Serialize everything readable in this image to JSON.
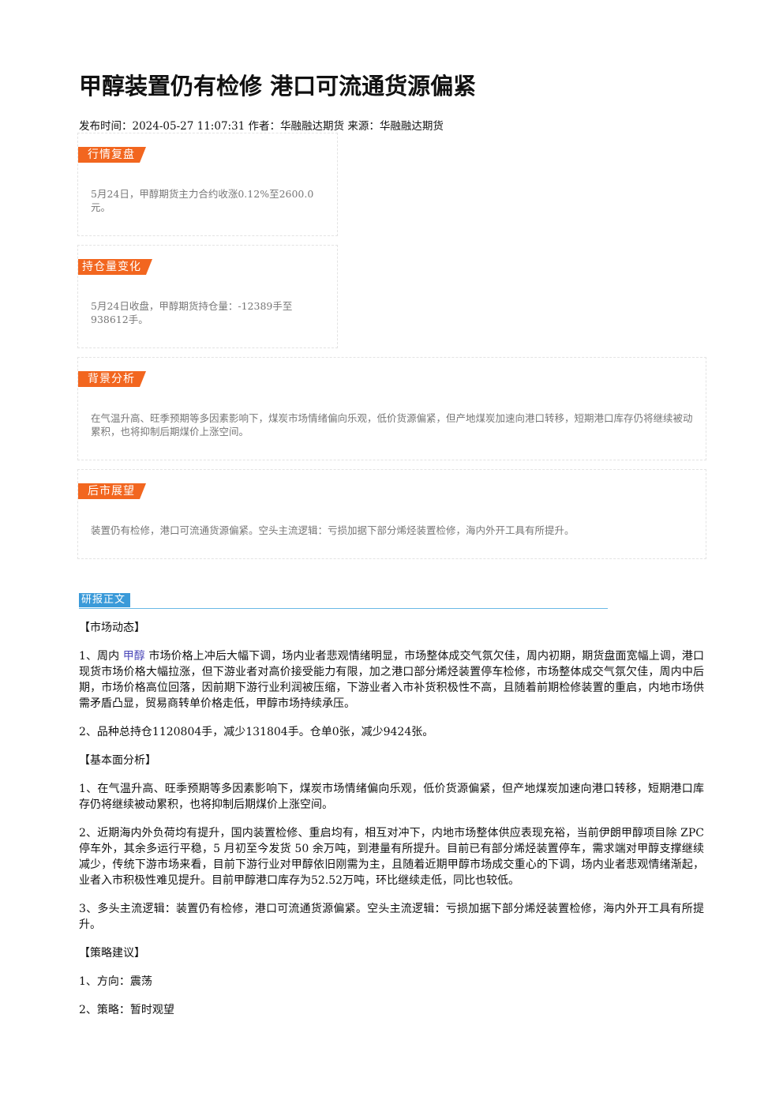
{
  "article": {
    "title": "甲醇装置仍有检修 港口可流通货源偏紧",
    "meta": "发布时间：2024-05-27 11:07:31 作者：华融融达期货 来源：华融融达期货"
  },
  "cards": {
    "market_review": {
      "label": "行情复盘",
      "text": "5月24日，甲醇期货主力合约收涨0.12%至2600.0元。"
    },
    "position_change": {
      "label": "持仓量变化",
      "text": "5月24日收盘，甲醇期货持仓量：-12389手至938612手。"
    },
    "background": {
      "label": "背景分析",
      "text": "在气温升高、旺季预期等多因素影响下，煤炭市场情绪偏向乐观，低价货源偏紧，但产地煤炭加速向港口转移，短期港口库存仍将继续被动累积，也将抑制后期煤价上涨空间。"
    },
    "outlook": {
      "label": "后市展望",
      "text": "装置仍有检修，港口可流通货源偏紧。空头主流逻辑：亏损加据下部分烯烃装置检修，海内外开工具有所提升。"
    }
  },
  "report": {
    "heading": "研报正文",
    "market_title": "【市场动态】",
    "m1_prefix": "1、周内",
    "m1_link": "甲醇",
    "m1_rest": "市场价格上冲后大幅下调，场内业者悲观情绪明显，市场整体成交气氛欠佳，周内初期，期货盘面宽幅上调，港口现货市场价格大幅拉涨，但下游业者对高价接受能力有限，加之港口部分烯烃装置停车检修，市场整体成交气氛欠佳，周内中后期，市场价格高位回落，因前期下游行业利润被压缩，下游业者入市补货积极性不高，且随着前期检修装置的重启，内地市场供需矛盾凸显，贸易商转单价格走低，甲醇市场持续承压。",
    "m2": "2、品种总持仓1120804手，减少131804手。仓单0张，减少9424张。",
    "fund_title": "【基本面分析】",
    "f1": "1、在气温升高、旺季预期等多因素影响下，煤炭市场情绪偏向乐观，低价货源偏紧，但产地煤炭加速向港口转移，短期港口库存仍将继续被动累积，也将抑制后期煤价上涨空间。",
    "f2": "2、近期海内外负荷均有提升，国内装置检修、重启均有，相互对冲下，内地市场整体供应表现充裕，当前伊朗甲醇项目除 ZPC 停车外，其余多运行平稳，5 月初至今发货 50 余万吨，到港量有所提升。目前已有部分烯烃装置停车，需求端对甲醇支撑继续减少，传统下游市场来看，目前下游行业对甲醇依旧刚需为主，且随着近期甲醇市场成交重心的下调，场内业者悲观情绪渐起，业者入市积极性难见提升。目前甲醇港口库存为52.52万吨，环比继续走低，同比也较低。",
    "f3": "3、多头主流逻辑：装置仍有检修，港口可流通货源偏紧。空头主流逻辑：亏损加据下部分烯烃装置检修，海内外开工具有所提升。",
    "strategy_title": "【策略建议】",
    "s1": "1、方向：震荡",
    "s2": "2、策略：暂时观望"
  }
}
